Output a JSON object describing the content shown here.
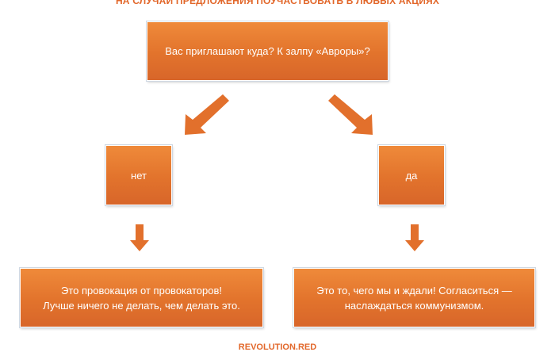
{
  "title": "НА СЛУЧАЙ ПРЕДЛОЖЕНИЯ ПОУЧАСТВОВАТЬ В ЛЮБЫХ АКЦИЯХ",
  "question": "Вас приглашают куда? К залпу «Авроры»?",
  "branches": {
    "no": {
      "label": "нет",
      "outcome_line1": "Это провокация от провокаторов!",
      "outcome_line2": "Лучше ничего не делать, чем делать это."
    },
    "yes": {
      "label": "да",
      "outcome_line1": "Это то, чего мы и ждали! Согласиться —",
      "outcome_line2": "наслаждаться коммунизмом."
    }
  },
  "footer": "REVOLUTION.RED",
  "colors": {
    "box_fill": "#e2732c",
    "arrow_fill": "#e2702c",
    "title_text": "#e2672a"
  }
}
